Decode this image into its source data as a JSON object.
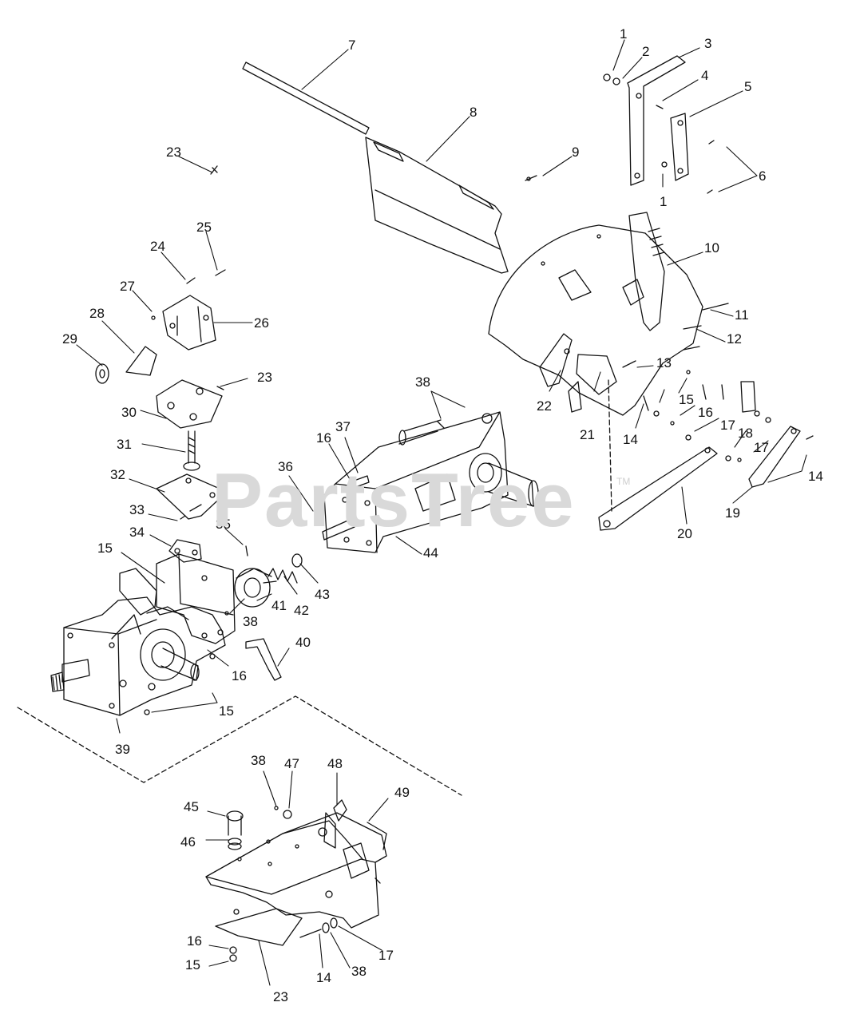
{
  "watermark": {
    "text": "PartsTree",
    "trademark": "TM"
  },
  "callouts": [
    "1",
    "2",
    "3",
    "4",
    "5",
    "6",
    "7",
    "8",
    "9",
    "10",
    "11",
    "12",
    "13",
    "14",
    "15",
    "16",
    "17",
    "18",
    "19",
    "20",
    "21",
    "22",
    "23",
    "24",
    "25",
    "26",
    "27",
    "28",
    "29",
    "30",
    "31",
    "32",
    "33",
    "34",
    "35",
    "36",
    "37",
    "38",
    "39",
    "40",
    "41",
    "42",
    "43",
    "44",
    "45",
    "46",
    "47",
    "48",
    "49"
  ],
  "colors": {
    "line": "#111111",
    "watermark": "#d9d9d9"
  }
}
